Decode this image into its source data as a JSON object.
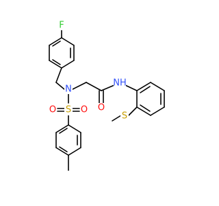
{
  "molecule": {
    "atoms": [
      {
        "id": "F",
        "label": "F",
        "color": "#33cc33"
      },
      {
        "id": "N",
        "label": "N",
        "color": "#3050f8"
      },
      {
        "id": "S1",
        "label": "S",
        "color": "#c8a000"
      },
      {
        "id": "O1",
        "label": "O",
        "color": "#ff0d0d"
      },
      {
        "id": "O2",
        "label": "O",
        "color": "#ff0d0d"
      },
      {
        "id": "O3",
        "label": "O",
        "color": "#ff0d0d"
      },
      {
        "id": "NH",
        "label": "NH",
        "color": "#3050f8"
      },
      {
        "id": "S2",
        "label": "S",
        "color": "#c8a000"
      }
    ],
    "bond_color": "#000000"
  }
}
